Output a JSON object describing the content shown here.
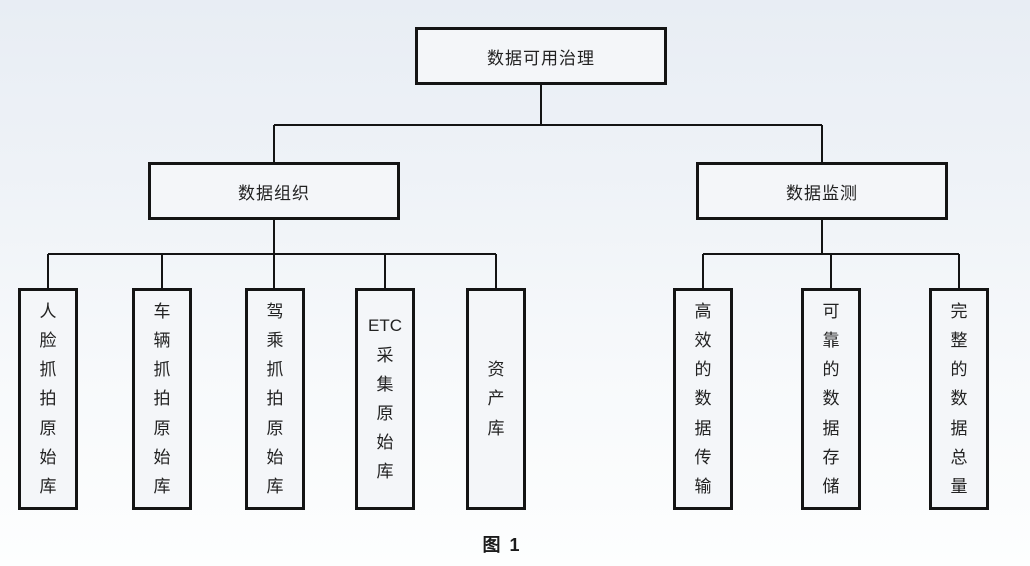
{
  "figure": {
    "caption": "图 1"
  },
  "tree": {
    "root": {
      "label": "数据可用治理"
    },
    "branches": [
      {
        "label": "数据组织",
        "children": [
          {
            "label": "人脸抓拍原始库",
            "display": "人\n脸\n抓\n拍\n原\n始\n库"
          },
          {
            "label": "车辆抓拍原始库",
            "display": "车\n辆\n抓\n拍\n原\n始\n库"
          },
          {
            "label": "驾乘抓拍原始库",
            "display": "驾\n乘\n抓\n拍\n原\n始\n库"
          },
          {
            "label": "ETC采集原始库",
            "display": "ETC\n采\n集\n原\n始\n库"
          },
          {
            "label": "资产库",
            "display": "资\n产\n库"
          }
        ]
      },
      {
        "label": "数据监测",
        "children": [
          {
            "label": "高效的数据传输",
            "display": "高\n效\n的\n数\n据\n传\n输"
          },
          {
            "label": "可靠的数据存储",
            "display": "可\n靠\n的\n数\n据\n存\n储"
          },
          {
            "label": "完整的数据总量",
            "display": "完\n整\n的\n数\n据\n总\n量"
          }
        ]
      }
    ]
  },
  "colors": {
    "line": "#141414",
    "box_fill": "#f4f6f9",
    "background_top": "#e8edf4",
    "background_bottom": "#fdfefe",
    "text": "#222222"
  }
}
